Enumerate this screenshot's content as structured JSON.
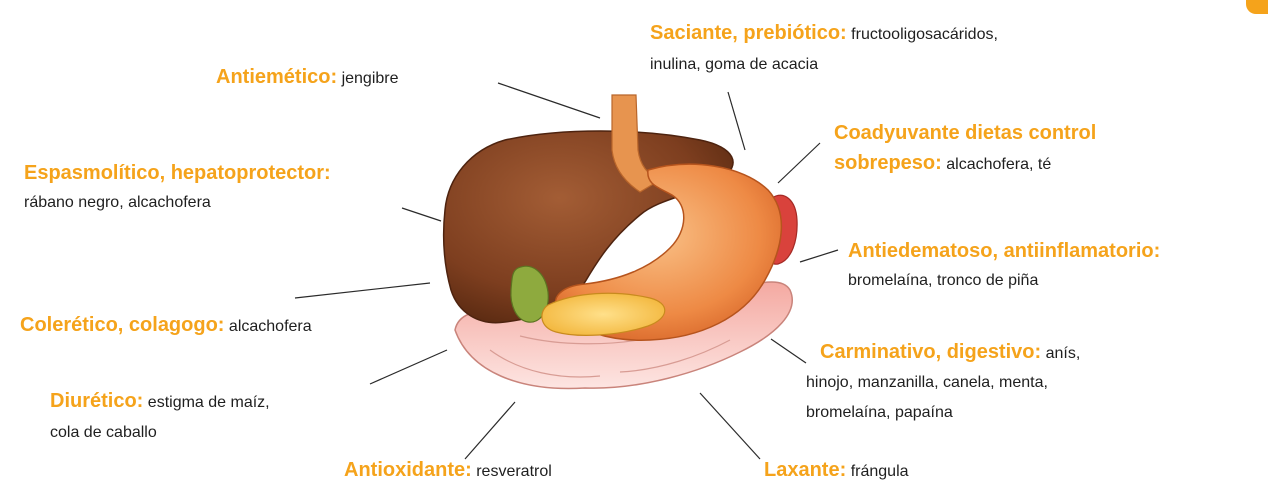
{
  "accent_color": "#f5a31b",
  "annotations": [
    {
      "id": "saciante",
      "term": "Saciante, prebiótico:",
      "line1": " fructooligosacáridos,",
      "line2": "inulina, goma de acacia"
    },
    {
      "id": "antiemetico",
      "term": "Antiemético:",
      "line1": " jengibre"
    },
    {
      "id": "coadyuvante",
      "term": "Coadyuvante dietas control",
      "term2": "sobrepeso:",
      "line2": " alcachofera, té"
    },
    {
      "id": "espasmolitico",
      "term": "Espasmolítico, hepatoprotector:",
      "line2": "rábano negro, alcachofera"
    },
    {
      "id": "antiedematoso",
      "term": "Antiedematoso, antiinflamatorio:",
      "line2": "bromelaína, tronco de piña"
    },
    {
      "id": "coleretico",
      "term": "Colerético, colagogo:",
      "line1": " alcachofera"
    },
    {
      "id": "carminativo",
      "term": "Carminativo, digestivo:",
      "line1": " anís,",
      "line2": "hinojo, manzanilla, canela, menta,",
      "line3": "bromelaína, papaína"
    },
    {
      "id": "diuretico",
      "term": "Diurético:",
      "line1": " estigma de maíz,",
      "line2": "cola de caballo"
    },
    {
      "id": "antioxidante",
      "term": "Antioxidante:",
      "line1": " resveratrol"
    },
    {
      "id": "laxante",
      "term": "Laxante:",
      "line1": " frángula"
    }
  ]
}
